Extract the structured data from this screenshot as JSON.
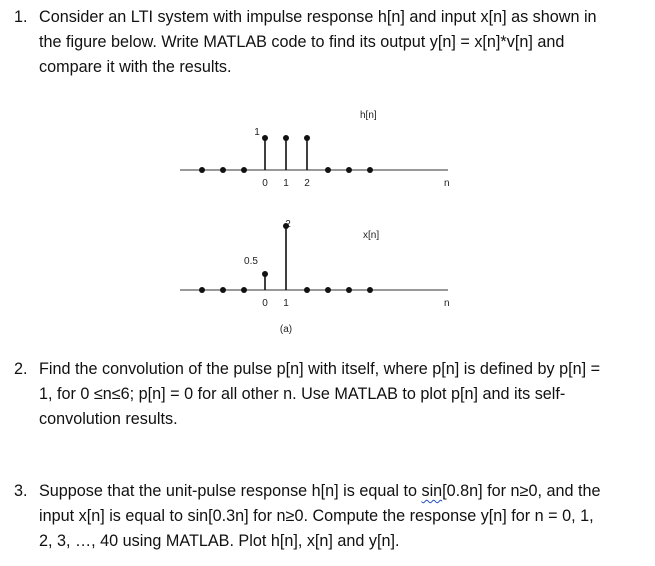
{
  "problems": [
    {
      "number": "1.",
      "lines": [
        "Consider an LTI system with impulse response h[n] and input x[n] as shown in",
        "the figure below. Write MATLAB code to find its output y[n] = x[n]*v[n] and",
        "compare it with the results."
      ]
    },
    {
      "number": "2.",
      "lines": [
        "Find the convolution of the pulse p[n] with itself, where p[n] is defined by p[n] =",
        "1, for 0 ≤n≤6; p[n] = 0 for all other n. Use MATLAB to plot p[n] and its self-",
        "convolution results."
      ]
    },
    {
      "number": "3.",
      "line1_before": "Suppose that the unit-pulse response h[n] is equal to ",
      "line1_wavy": "sin",
      "line1_after": "[0.8n] for n≥0, and the",
      "lines": [
        "input x[n] is equal to sin[0.3n] for n≥0. Compute the response y[n] for n = 0, 1,",
        "2, 3, …, 40 using MATLAB. Plot h[n], x[n] and y[n]."
      ]
    }
  ],
  "figure": {
    "caption": "(a)",
    "plots": [
      {
        "title": "h[n]",
        "axis_label": "n",
        "tick_labels": [
          "0",
          "1",
          "2"
        ],
        "value_labels": [
          {
            "n": 0,
            "text": "1"
          }
        ],
        "points": [
          {
            "n": -3,
            "v": 0
          },
          {
            "n": -2,
            "v": 0
          },
          {
            "n": -1,
            "v": 0
          },
          {
            "n": 0,
            "v": 1
          },
          {
            "n": 1,
            "v": 1
          },
          {
            "n": 2,
            "v": 1
          },
          {
            "n": 3,
            "v": 0
          },
          {
            "n": 4,
            "v": 0
          },
          {
            "n": 5,
            "v": 0
          }
        ]
      },
      {
        "title": "x[n]",
        "axis_label": "n",
        "tick_labels": [
          "0",
          "1"
        ],
        "value_labels": [
          {
            "n": 0,
            "text": "0.5"
          },
          {
            "n": 1,
            "text": "2"
          }
        ],
        "points": [
          {
            "n": -3,
            "v": 0
          },
          {
            "n": -2,
            "v": 0
          },
          {
            "n": -1,
            "v": 0
          },
          {
            "n": 0,
            "v": 0.5
          },
          {
            "n": 1,
            "v": 2
          },
          {
            "n": 2,
            "v": 0
          },
          {
            "n": 3,
            "v": 0
          },
          {
            "n": 4,
            "v": 0
          },
          {
            "n": 5,
            "v": 0
          }
        ]
      }
    ]
  }
}
